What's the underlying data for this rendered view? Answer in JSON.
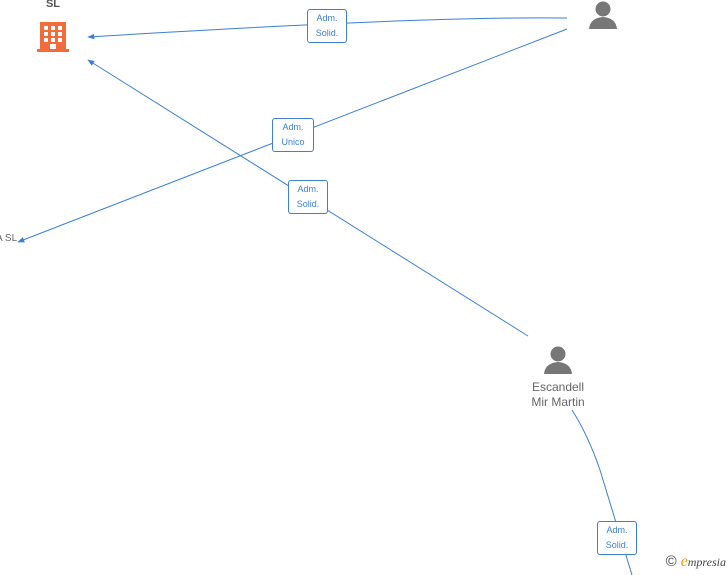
{
  "colors": {
    "edge": "#3d7fd1",
    "company": "#f26b3a",
    "person": "#777777"
  },
  "nodes": {
    "company_top": {
      "label": "SL",
      "icon": "building-icon"
    },
    "company_left": {
      "label": "A SL"
    },
    "person_top_right": {
      "label": "",
      "icon": "person-icon"
    },
    "person_escandell": {
      "label_line1": "Escandell",
      "label_line2": "Mir Martin",
      "icon": "person-icon"
    }
  },
  "edges": [
    {
      "line1": "Adm.",
      "line2": "Solid."
    },
    {
      "line1": "Adm.",
      "line2": "Unico"
    },
    {
      "line1": "Adm.",
      "line2": "Solid."
    },
    {
      "line1": "Adm.",
      "line2": "Solid."
    }
  ],
  "brand": {
    "copyright": "©",
    "e": "e",
    "rest": "mpresia"
  }
}
